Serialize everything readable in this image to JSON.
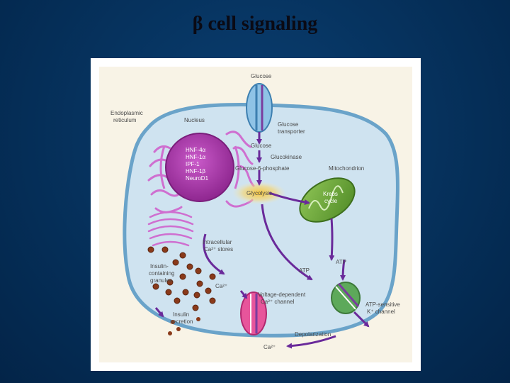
{
  "slide": {
    "title": "β cell signaling"
  },
  "labels": {
    "glucose_top": "Glucose",
    "endoplasmic_1": "Endoplasmic",
    "endoplasmic_2": "reticulum",
    "nucleus": "Nucleus",
    "glucose_transporter_1": "Glucose",
    "glucose_transporter_2": "transporter",
    "hnf4a": "HNF-4α",
    "hnf1a": "HNF-1α",
    "ipf1": "IPF-1",
    "hnf1b": "HNF-1β",
    "neurod1": "NeuroD1",
    "glucose_inside": "Glucose",
    "glucokinase": "Glucokinase",
    "g6p": "Glucose-6-phosphate",
    "mitochondrion": "Mitochondrion",
    "glycolysis": "Glycolysis",
    "krebs_1": "Krebs",
    "krebs_2": "cycle",
    "intracellular_1": "Intracellular",
    "intracellular_2": "Ca²⁺ stores",
    "atp_right": "ATP",
    "atp_center": "ATP",
    "insulin_granules_1": "Insulin-",
    "insulin_granules_2": "containing",
    "insulin_granules_3": "granules",
    "ca_influx": "Ca²⁺",
    "vdcc_1": "Voltage-dependent",
    "vdcc_2": "Ca²⁺ channel",
    "katp_1": "ATP-sensitive",
    "katp_2": "K⁺ channel",
    "insulin_secretion_1": "Insulin",
    "insulin_secretion_2": "secretion",
    "depolarization": "Depolarization",
    "ca_bottom": "Ca²⁺"
  },
  "colors": {
    "cell": "#cfe3f0",
    "membrane": "#6aa3c9",
    "nucleus": "#b43fb4",
    "er": "#cf6fd0",
    "mitochondrion": "#6fad3a",
    "arrow": "#6a2a9a",
    "granule": "#8a3a1a",
    "glycolysis_glow": "#f7c331"
  }
}
